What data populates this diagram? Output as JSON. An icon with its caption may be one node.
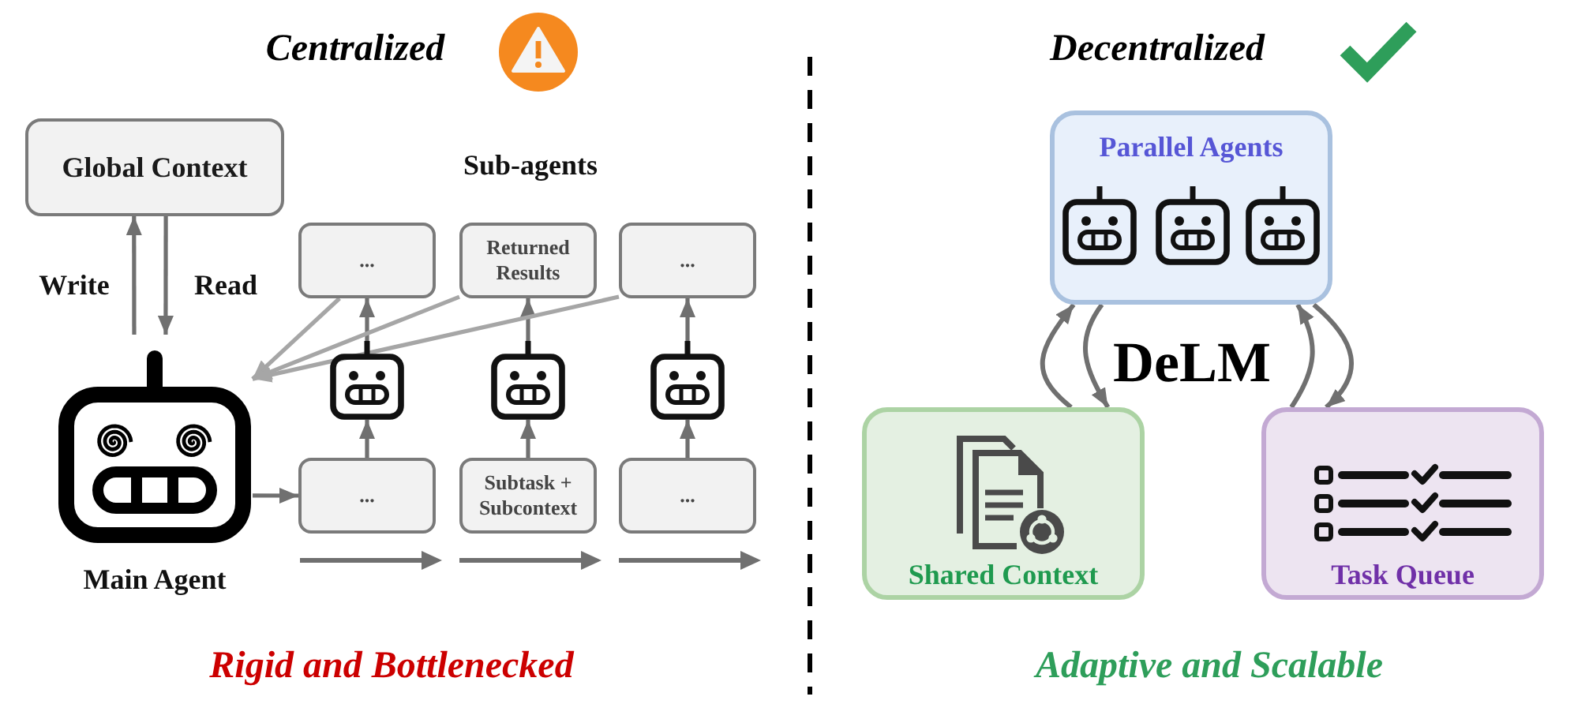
{
  "diagram": {
    "nodes": [
      {
        "text": [
          "Global Context"
        ]
      },
      {
        "text": [
          "Main Agent"
        ]
      },
      {
        "text": [
          "..."
        ]
      },
      {
        "text": [
          "Returned Results"
        ]
      },
      {
        "text": [
          "..."
        ]
      },
      {
        "text": [],
        "shape": "picture"
      },
      {
        "text": [],
        "shape": "picture"
      },
      {
        "text": [],
        "shape": "picture"
      },
      {
        "text": [
          "..."
        ]
      },
      {
        "text": [
          "Subtask + Subcontext"
        ]
      },
      {
        "text": [
          "..."
        ]
      },
      {
        "text": [
          "Parallel Agents"
        ]
      },
      {
        "text": [
          "Shared Context"
        ]
      },
      {
        "text": [
          "Task Queue"
        ]
      }
    ],
    "edges": [
      {
        "from": 1,
        "to": 0,
        "arrow": "to",
        "label": "Write"
      },
      {
        "from": 0,
        "to": 1,
        "arrow": "to",
        "label": "Read"
      },
      {
        "from": 1,
        "to": 8,
        "arrow": "to"
      },
      {
        "from": 8,
        "to": 5,
        "arrow": "to"
      },
      {
        "from": 9,
        "to": 6,
        "arrow": "to"
      },
      {
        "from": 10,
        "to": 7,
        "arrow": "to"
      },
      {
        "from": 5,
        "to": 2,
        "arrow": "to"
      },
      {
        "from": 6,
        "to": 3,
        "arrow": "to"
      },
      {
        "from": 7,
        "to": 4,
        "arrow": "to"
      },
      {
        "from": 2,
        "to": 1,
        "arrow": "to",
        "color": "#a6a6a6"
      },
      {
        "from": 3,
        "to": 1,
        "arrow": "to",
        "color": "#a6a6a6"
      },
      {
        "from": 4,
        "to": 1,
        "arrow": "to",
        "color": "#a6a6a6"
      },
      {
        "from": 12,
        "to": 11,
        "arrow": "to"
      },
      {
        "from": 11,
        "to": 12,
        "arrow": "to"
      },
      {
        "from": 13,
        "to": 11,
        "arrow": "to"
      },
      {
        "from": 11,
        "to": 13,
        "arrow": "to"
      }
    ],
    "labels": [
      "Centralized",
      "Decentralized",
      "Sub-agents",
      "DeLM",
      "Rigid and Bottlenecked",
      "Adaptive and Scalable"
    ]
  }
}
